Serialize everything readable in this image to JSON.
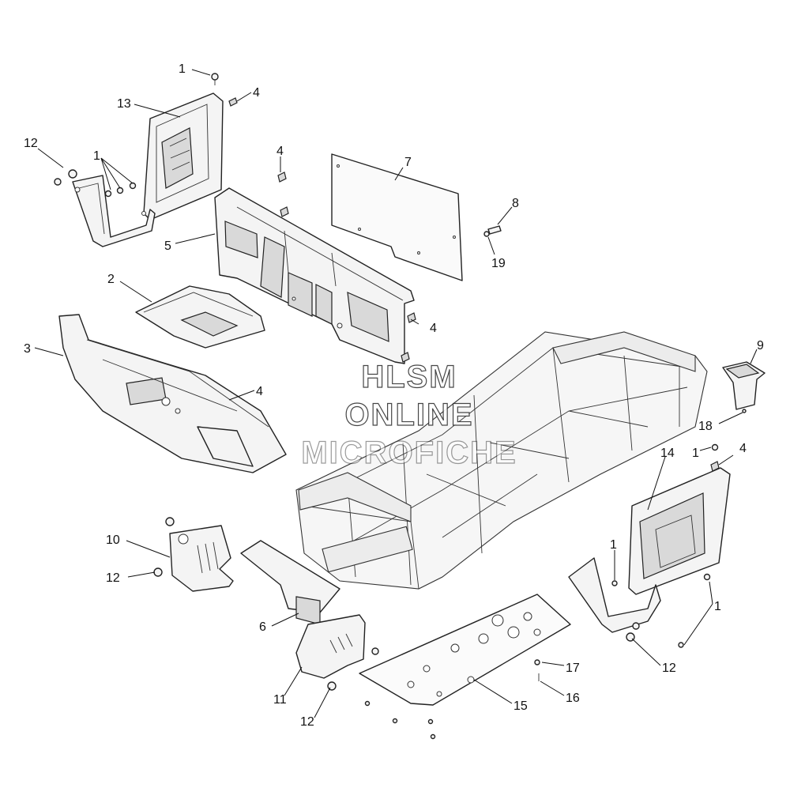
{
  "watermark": {
    "line1": "HLSM",
    "line2": "ONLINE",
    "line3": "MICROFICHE"
  },
  "callouts": [
    {
      "id": "c1a",
      "label": "1"
    },
    {
      "id": "c4a",
      "label": "4"
    },
    {
      "id": "c13",
      "label": "13"
    },
    {
      "id": "c12a",
      "label": "12"
    },
    {
      "id": "c1b",
      "label": "1"
    },
    {
      "id": "c4b",
      "label": "4"
    },
    {
      "id": "c7",
      "label": "7"
    },
    {
      "id": "c8",
      "label": "8"
    },
    {
      "id": "c5",
      "label": "5"
    },
    {
      "id": "c19",
      "label": "19"
    },
    {
      "id": "c2",
      "label": "2"
    },
    {
      "id": "c4c",
      "label": "4"
    },
    {
      "id": "c3",
      "label": "3"
    },
    {
      "id": "c4d",
      "label": "4"
    },
    {
      "id": "c9",
      "label": "9"
    },
    {
      "id": "c18",
      "label": "18"
    },
    {
      "id": "c14",
      "label": "14"
    },
    {
      "id": "c1c",
      "label": "1"
    },
    {
      "id": "c4e",
      "label": "4"
    },
    {
      "id": "c10",
      "label": "10"
    },
    {
      "id": "c12b",
      "label": "12"
    },
    {
      "id": "c1d",
      "label": "1"
    },
    {
      "id": "c1e",
      "label": "1"
    },
    {
      "id": "c6",
      "label": "6"
    },
    {
      "id": "c12c",
      "label": "12"
    },
    {
      "id": "c17",
      "label": "17"
    },
    {
      "id": "c11",
      "label": "11"
    },
    {
      "id": "c16",
      "label": "16"
    },
    {
      "id": "c15",
      "label": "15"
    },
    {
      "id": "c12d",
      "label": "12"
    }
  ]
}
